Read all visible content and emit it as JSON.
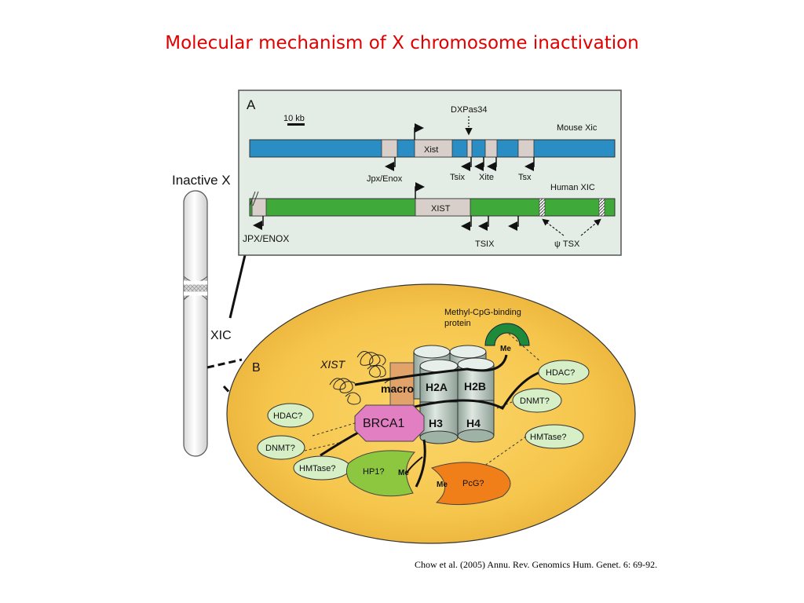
{
  "slide": {
    "title": "Molecular mechanism of X chromosome inactivation",
    "citation": "Chow et al. (2005) Annu. Rev. Genomics Hum. Genet. 6: 69-92."
  },
  "chromosome": {
    "label": "Inactive X",
    "region_label": "XIC"
  },
  "panel_a": {
    "letter": "A",
    "scale_bar": "10 kb",
    "mouse": {
      "name": "Mouse Xic",
      "xist": "Xist",
      "jpx": "Jpx/Enox",
      "dxpas34": "DXPas34",
      "tsix": "Tsix",
      "xite": "Xite",
      "tsx": "Tsx"
    },
    "human": {
      "name": "Human XIC",
      "xist": "XIST",
      "jpx": "JPX/ENOX",
      "tsix": "TSIX",
      "psi_tsx": "ψ TSX"
    }
  },
  "panel_b": {
    "letter": "B",
    "xist_rna": "XIST",
    "methyl_cpg_binding_protein": "Methyl-CpG-binding protein",
    "me": "Me",
    "macro": "macro",
    "brca1": "BRCA1",
    "histones": {
      "h2a": "H2A",
      "h2b": "H2B",
      "h3": "H3",
      "h4": "H4"
    },
    "left_factors": {
      "hdac": "HDAC?",
      "dnmt": "DNMT?",
      "hmtase": "HMTase?"
    },
    "right_factors": {
      "hdac": "HDAC?",
      "dnmt": "DNMT?",
      "hmtase": "HMTase?"
    },
    "hp1": "HP1?",
    "pcg": "PcG?"
  }
}
